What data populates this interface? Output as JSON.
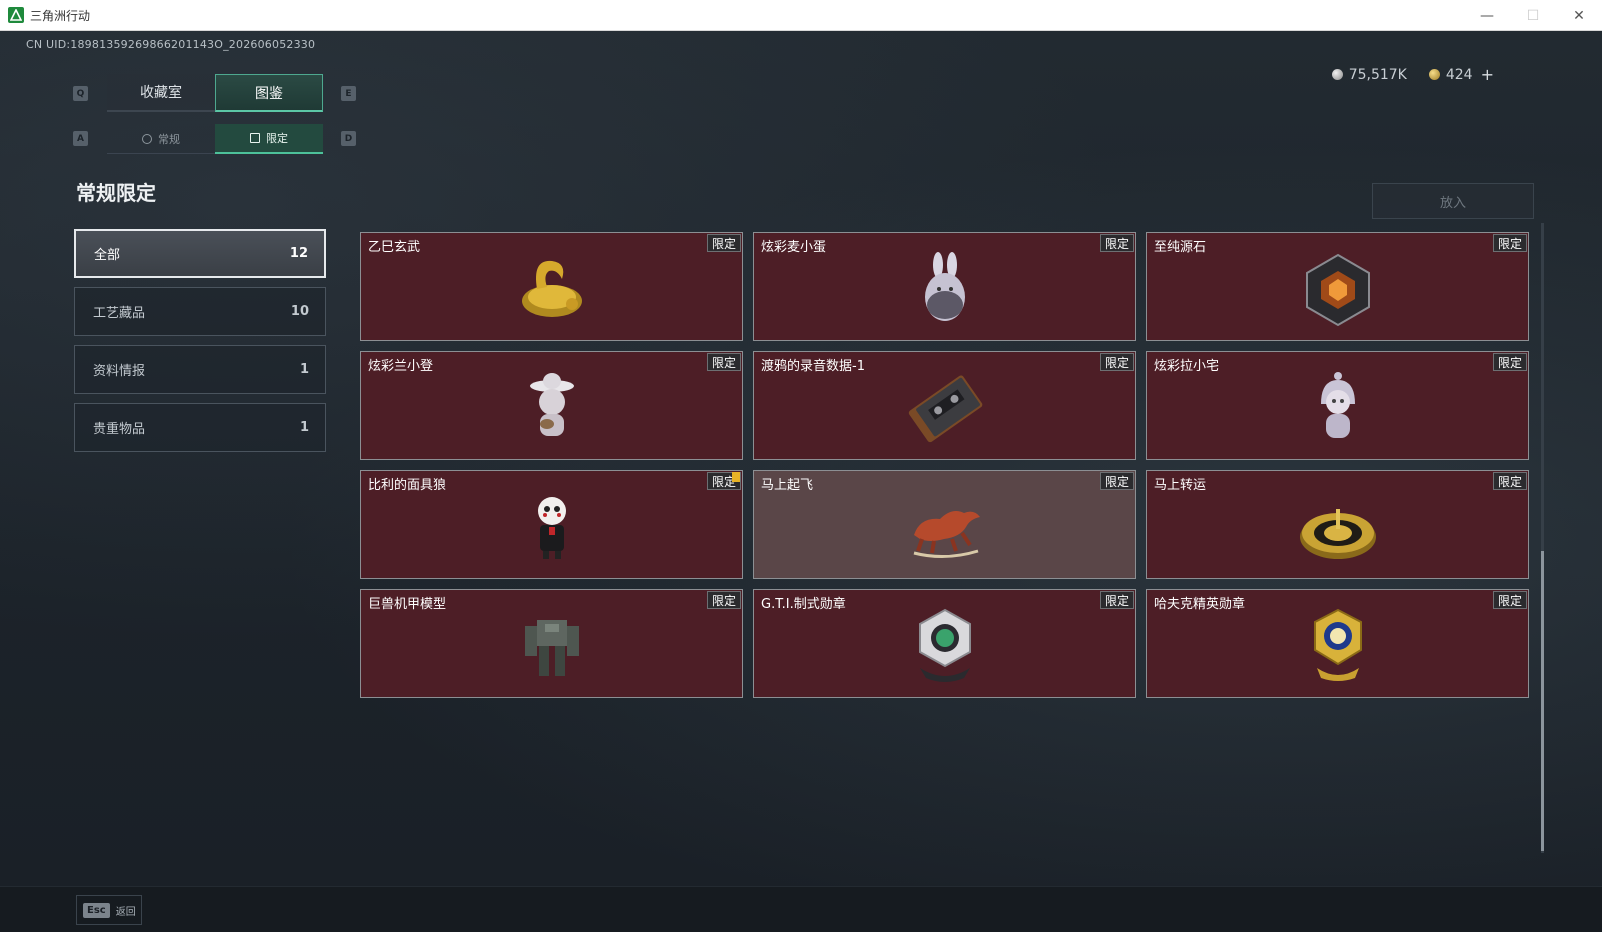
{
  "window": {
    "title": "三角洲行动",
    "minimize": "—",
    "maximize": "☐",
    "close": "✕"
  },
  "uid": "CN UID:18981359269866201143O_202606052330",
  "currency": {
    "silver": "75,517K",
    "gold": "424",
    "add": "+"
  },
  "keys": {
    "prev_tab": "Q",
    "next_tab": "E",
    "prev_sub": "A",
    "next_sub": "D"
  },
  "tabs": [
    {
      "label": "收藏室"
    },
    {
      "label": "图鉴"
    }
  ],
  "subtabs": [
    {
      "label": "常规"
    },
    {
      "label": "限定"
    }
  ],
  "section_title": "常规限定",
  "put_in_button": "放入",
  "filters": [
    {
      "label": "全部",
      "count": "12"
    },
    {
      "label": "工艺藏品",
      "count": "10"
    },
    {
      "label": "资料情报",
      "count": "1"
    },
    {
      "label": "贵重物品",
      "count": "1"
    }
  ],
  "items": [
    {
      "name": "乙巳玄武",
      "tag": "限定",
      "icon": "gold-serpent-tortoise-icon"
    },
    {
      "name": "炫彩麦小蛋",
      "tag": "限定",
      "icon": "bunny-egg-figure-icon"
    },
    {
      "name": "至纯源石",
      "tag": "限定",
      "icon": "hexagon-gem-icon"
    },
    {
      "name": "炫彩兰小登",
      "tag": "限定",
      "icon": "sombrero-figure-icon"
    },
    {
      "name": "渡鸦的录音数据-1",
      "tag": "限定",
      "icon": "cassette-tape-icon"
    },
    {
      "name": "炫彩拉小宅",
      "tag": "限定",
      "icon": "hooded-figure-icon"
    },
    {
      "name": "比利的面具狼",
      "tag": "限定",
      "icon": "puppet-mask-figure-icon"
    },
    {
      "name": "马上起飞",
      "tag": "限定",
      "icon": "red-horse-icon"
    },
    {
      "name": "马上转运",
      "tag": "限定",
      "icon": "gold-compass-icon"
    },
    {
      "name": "巨兽机甲模型",
      "tag": "限定",
      "icon": "mech-model-icon"
    },
    {
      "name": "G.T.I.制式勋章",
      "tag": "限定",
      "icon": "gti-medal-icon"
    },
    {
      "name": "哈夫克精英勋章",
      "tag": "限定",
      "icon": "haavk-elite-medal-icon"
    }
  ],
  "colors": {
    "card_bg": "#4d1e26",
    "accent": "#5cc7a6"
  },
  "footer": {
    "esc_key": "Esc",
    "back_label": "返回"
  }
}
